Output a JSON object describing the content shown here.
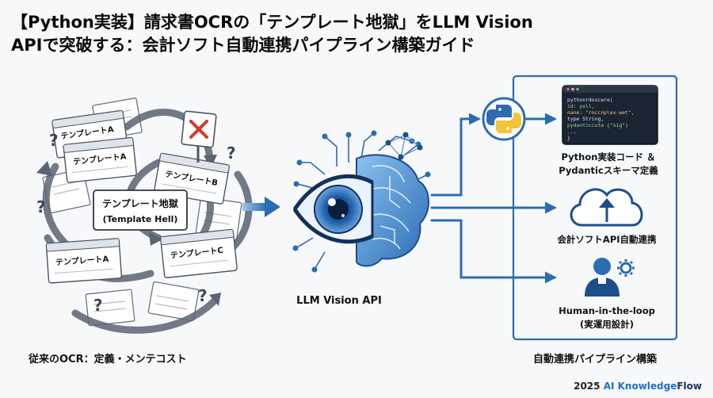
{
  "title": {
    "line1": "【Python実装】請求書OCRの「テンプレート地獄」をLLM Vision",
    "line2": "APIで突破する：会計ソフト自動連携パイプライン構築ガイド"
  },
  "left": {
    "doc_labels": [
      "テンプレートA",
      "テンプレートA",
      "テンプレートB",
      "テンプレートA",
      "テンプレートC"
    ],
    "hell_label_ja": "テンプレート地獄",
    "hell_label_en": "(Template Hell)",
    "caption": "従来のOCR：定義・メンテコスト"
  },
  "center": {
    "caption": "LLM Vision API"
  },
  "right": {
    "code_lines": [
      "pythonrdoscere(",
      "  id: yoll,",
      "  nane: \"roccnplex-wet\",",
      "  type String,",
      "  pydanticcute {\"sig\")",
      "  ...",
      "}"
    ],
    "item1_line1": "Python実装コード ＆",
    "item1_line2": "Pydanticスキーマ定義",
    "item2": "会計ソフトAPI自動連携",
    "item3_line1": "Human-in-the-loop",
    "item3_line2": "(実運用設計)",
    "caption": "自動連携パイプライン構築"
  },
  "credit": {
    "year": "2025",
    "ai": "AI Knowledge",
    "flow": "Flow"
  },
  "colors": {
    "accent_blue": "#2b6cb3",
    "dark_blue": "#1d4e8c",
    "alert_red": "#d33a2c",
    "python_yellow": "#f3c43a"
  }
}
